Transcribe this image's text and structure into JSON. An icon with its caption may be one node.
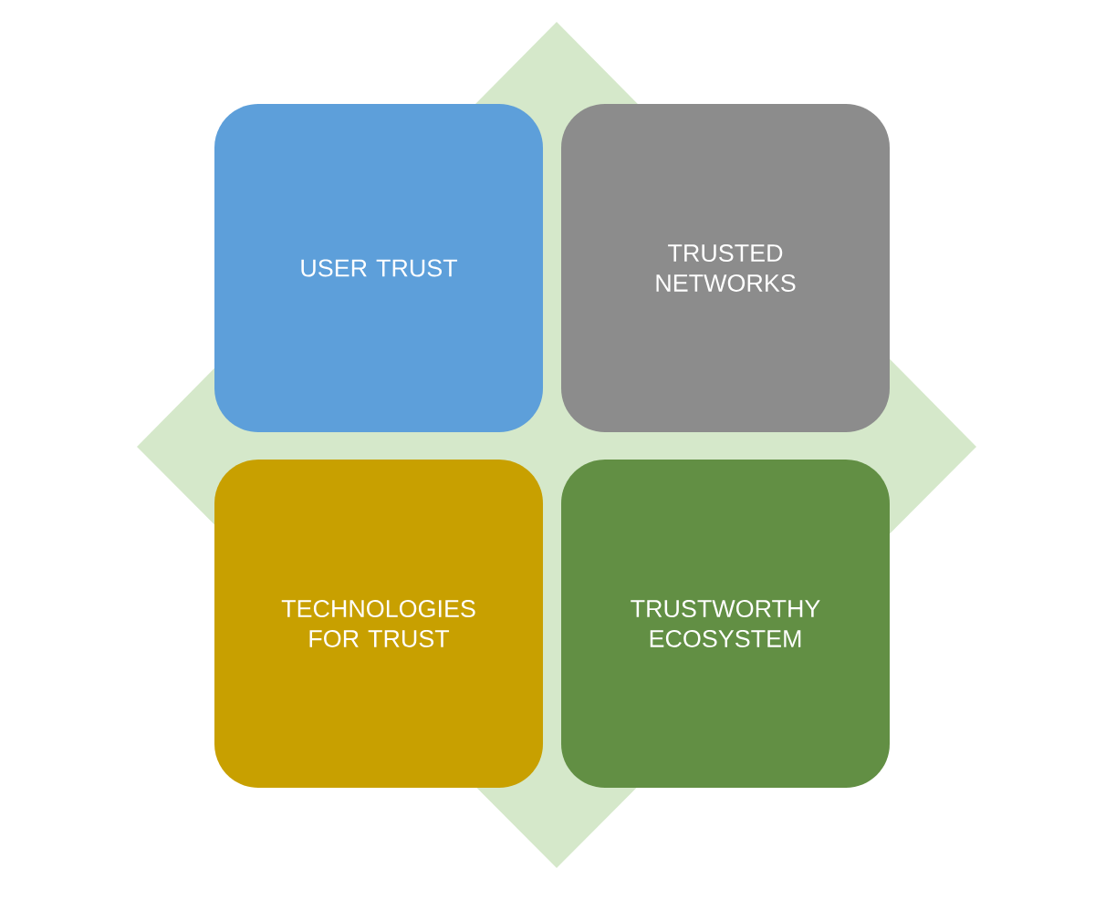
{
  "diagram": {
    "nodes": [
      {
        "text": [
          "USER TRUST"
        ]
      },
      {
        "text": [
          "TRUSTED NETWORKS"
        ]
      },
      {
        "text": [
          "TECHNOLOGIES FOR TRUST"
        ]
      },
      {
        "text": [
          "TRUSTWORTHY ECOSYSTEM"
        ]
      }
    ]
  }
}
